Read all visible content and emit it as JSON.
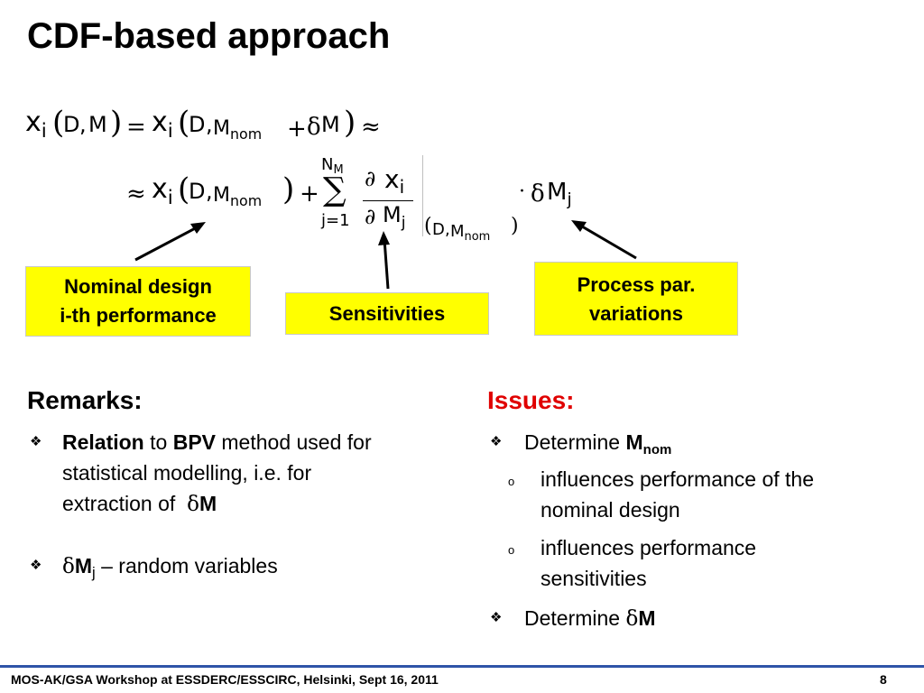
{
  "title": "CDF-based approach",
  "formula": {
    "x": "x",
    "i": "i",
    "D": "D",
    "M": "M",
    "nom": "nom",
    "N": "N",
    "j": "j",
    "one": "1",
    "comma": ",",
    "eq": "=",
    "plus": "+",
    "approx": "≈",
    "delta": "δ",
    "partial": "∂",
    "sum": "∑",
    "cdot": "·",
    "lparen": "(",
    "rparen": ")",
    "j_eq": "="
  },
  "callouts": {
    "nominal_line1": "Nominal design",
    "nominal_line2": "i-th performance",
    "sensitivities": "Sensitivities",
    "process_line1": "Process par.",
    "process_line2": "variations"
  },
  "remarks": {
    "heading": "Remarks:",
    "b1_relation": "Relation",
    "b1_to": " to ",
    "b1_bpv": "BPV",
    "b1_rest": " method used for",
    "b1_line2": "statistical modelling, i.e. for",
    "b1_line3": "extraction of",
    "b1_delta": "δ",
    "b1_M": "M",
    "b2_delta": "δ",
    "b2_M": "M",
    "b2_j": "j",
    "b2_rest": " – random variables"
  },
  "issues": {
    "heading": "Issues:",
    "heading_color": "#e00000",
    "i1_text": "Determine ",
    "i1_M": "M",
    "i1_nom": "nom",
    "s1_line1": "influences performance of the",
    "s1_line2": "nominal design",
    "s2_line1": "influences performance",
    "s2_line2": "sensitivities",
    "i2_text": "Determine ",
    "i2_delta": "δ",
    "i2_M": "M"
  },
  "bullet_glyphs": {
    "diamond": "❖",
    "circle": "o"
  },
  "footer": {
    "left": "MOS-AK/GSA Workshop at ESSDERC/ESSCIRC, Helsinki, Sept 16, 2011",
    "page": "8",
    "line_color": "#2f54a8"
  },
  "colors": {
    "callout_bg": "#ffff00"
  }
}
